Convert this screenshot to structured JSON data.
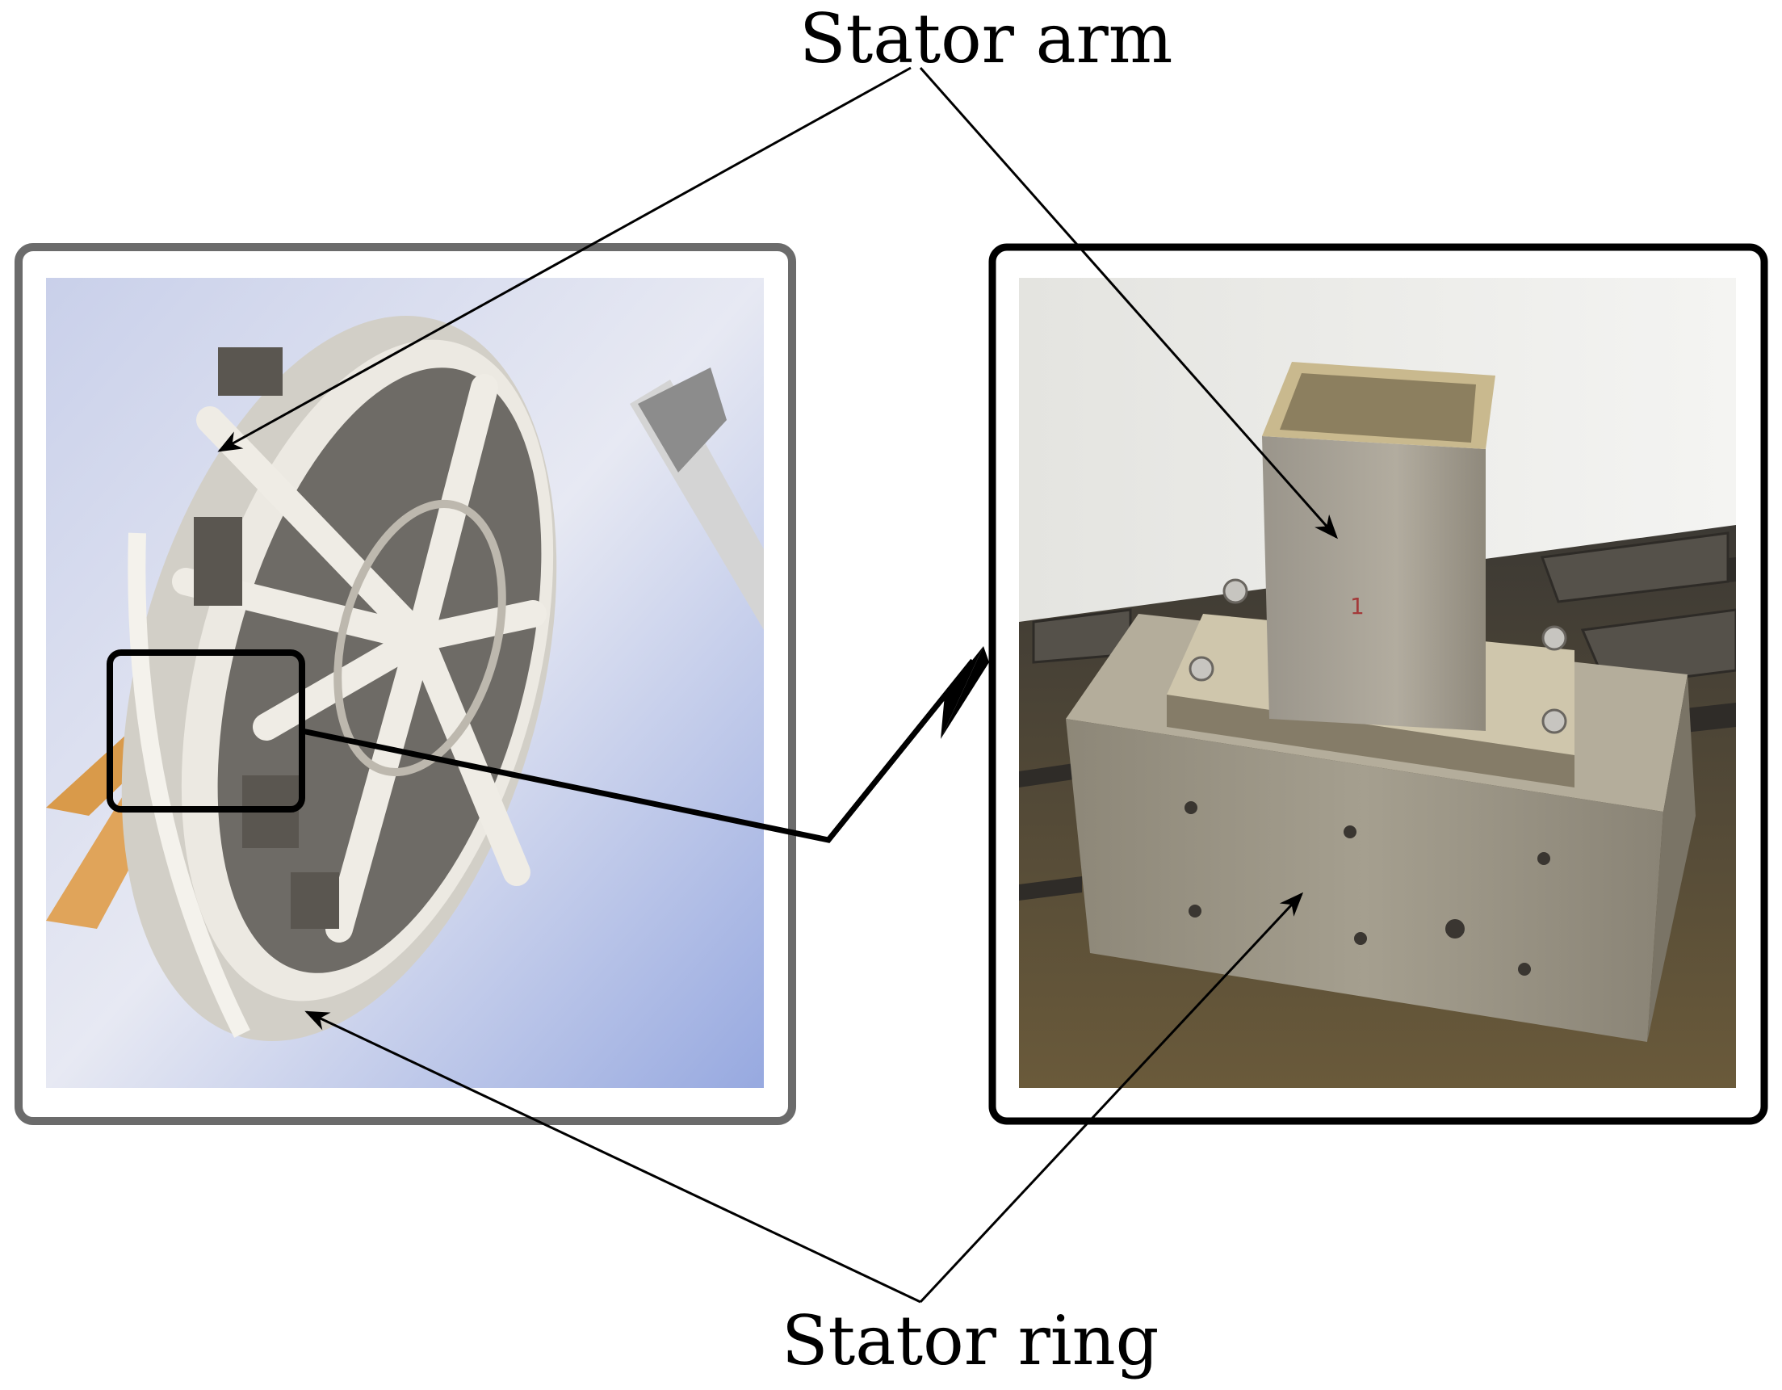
{
  "labels": {
    "top": "Stator arm",
    "bottom": "Stator ring"
  },
  "photos": {
    "left": "wind-turbine-generator-stator-photo",
    "right": "stator-test-specimen-photo"
  },
  "colors": {
    "left_frame": "#6b6b6b",
    "right_frame": "#000000",
    "line": "#000000",
    "sky": "#b9c3e6",
    "steel": "#9c9485",
    "table": "#4a463e"
  }
}
